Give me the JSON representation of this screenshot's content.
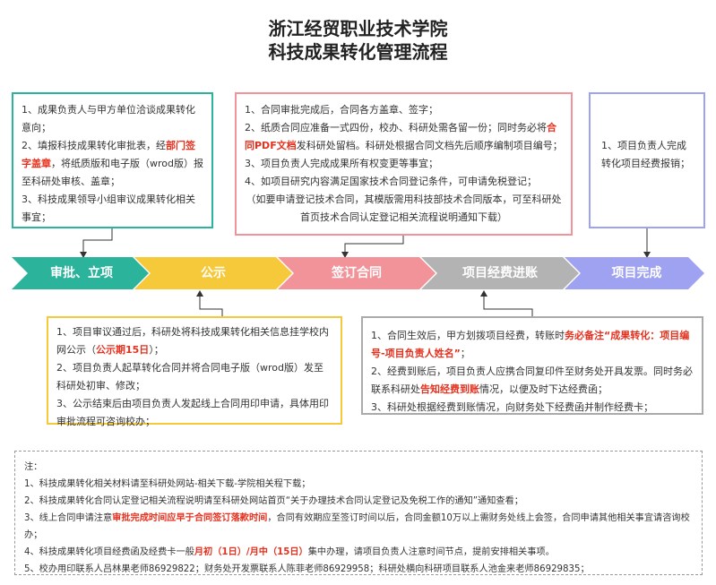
{
  "title": {
    "line1": "浙江经贸职业技术学院",
    "line2": "科技成果转化管理流程"
  },
  "colors": {
    "teal": "#2bb39b",
    "yellow": "#f5c93a",
    "pink": "#f2939a",
    "gray": "#b3b3b3",
    "purple": "#9fa2f0",
    "highlight": "#e6311f"
  },
  "stages": [
    {
      "label": "审批、立项"
    },
    {
      "label": "公示"
    },
    {
      "label": "签订合同"
    },
    {
      "label": "项目经费进账"
    },
    {
      "label": "项目完成"
    }
  ],
  "box_approval": {
    "item1": "1、成果负责人与甲方单位洽谈成果转化意向；",
    "item2_pre": "2、填报科技成果转化审批表，经",
    "item2_red": "部门签字盖章",
    "item2_post": "，将纸质版和电子版（wrod版）报至科研处审核、盖章；",
    "item3": "3、科技成果领导小组审议成果转化相关事宜；"
  },
  "box_contract": {
    "item1": "1、合同审批完成后，合同各方盖章、签字；",
    "item2_pre": "2、纸质合同应准备一式四份，校办、科研处需各留一份；同时务必将",
    "item2_red": "合同PDF文档",
    "item2_post": "发科研处留档。科研处根据合同文档先后顺序编制项目编号；",
    "item3": "3、项目负责人完成成果所有权变更等事宜；",
    "item4": "4、如项目研究内容满足国家技术合同登记条件，可申请免税登记；",
    "item4_note": "（如要申请登记技术合同，其模版需用科技部技术合同版本，可至科研处首页技术合同认定登记相关流程说明通知下载）"
  },
  "box_complete": {
    "item1": "1、项目负责人完成转化项目经费报销；"
  },
  "box_publicity": {
    "item1_pre": "1、项目审议通过后，科研处将科技成果转化相关信息挂学校内网公示（",
    "item1_red": "公示期15日",
    "item1_post": "）；",
    "item2": "2、项目负责人起草转化合同并将合同电子版（wrod版）发至科研处初审、修改；",
    "item3": "3、公示结束后由项目负责人发起线上合同用印申请，具体用印审批流程可咨询校办；"
  },
  "box_funds": {
    "item1_pre": "1、合同生效后，甲方划拨项目经费，转账时",
    "item1_red": "务必备注“成果转化：项目编号-项目负责人姓名”",
    "item1_post": "；",
    "item2_pre": "2、经费到账后，项目负责人应携合同复印件至财务处开具发票。同时务必联系科研处",
    "item2_red": "告知经费到账",
    "item2_post": "情况，以便及时下达经费函；",
    "item3": "3、科研处根据经费到账情况，向财务处下经费函并制作经费卡；"
  },
  "notes": {
    "heading": "注：",
    "n1": "1、科技成果转化相关材料请至科研处网站-相关下载-学院相关程下载；",
    "n2": "2、科技成果转化合同认定登记相关流程说明请至科研处网站首页“关于办理技术合同认定登记及免税工作的通知”通知查看；",
    "n3_pre": "3、线上合同申请注意",
    "n3_red": "审批完成时间应早于合同签订落款时间",
    "n3_post": "，合同有效期应至签订时间以后，合同金额10万以上需财务处线上会签，合同申请其他相关事宜请咨询校办；",
    "n4_pre": "4、科技成果转化项目经费函及经费卡一般",
    "n4_red1": "月初（1日）",
    "n4_mid": "/",
    "n4_red2": "月中（15日）",
    "n4_post": "集中办理，请项目负责人注意时间节点，提前安排相关事项。",
    "n5": "5、校办用印联系人吕林果老师86929822；财务处开发票联系人陈菲老师86929958；科研处横向科研项目联系人池金来老师86929835；"
  }
}
